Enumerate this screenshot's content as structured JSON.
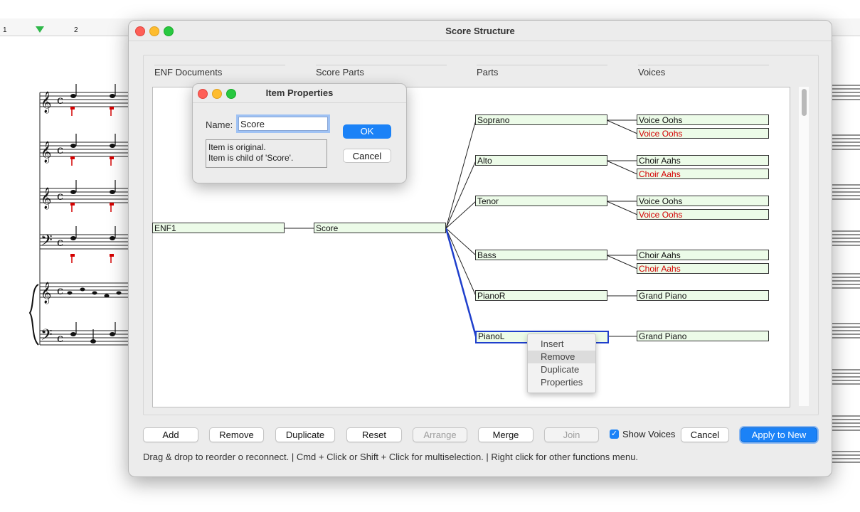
{
  "ruler": {
    "marks": [
      "1",
      "2"
    ]
  },
  "window": {
    "title": "Score Structure"
  },
  "columns": [
    "ENF Documents",
    "Score Parts",
    "Parts",
    "Voices"
  ],
  "nodes": {
    "enf": "ENF1",
    "score": "Score",
    "parts": [
      "Soprano",
      "Alto",
      "Tenor",
      "Bass",
      "PianoR",
      "PianoL"
    ],
    "voices": [
      "Voice Oohs",
      "Voice Oohs",
      "Choir Aahs",
      "Choir Aahs",
      "Voice Oohs",
      "Voice Oohs",
      "Choir Aahs",
      "Choir Aahs",
      "Grand Piano",
      "Grand Piano"
    ]
  },
  "context_menu": [
    "Insert",
    "Remove",
    "Duplicate",
    "Properties"
  ],
  "buttons": {
    "add": "Add",
    "remove": "Remove",
    "duplicate": "Duplicate",
    "reset": "Reset",
    "arrange": "Arrange",
    "merge": "Merge",
    "join": "Join",
    "show_voices": "Show Voices",
    "cancel": "Cancel",
    "apply": "Apply to New"
  },
  "hint": "Drag & drop to reorder o reconnect. | Cmd + Click or Shift + Click for multiselection. | Right click for other functions menu.",
  "dialog": {
    "title": "Item Properties",
    "name_label": "Name:",
    "name_value": "Score",
    "info_line1": "Item is original.",
    "info_line2": "Item is child of 'Score'.",
    "ok": "OK",
    "cancel": "Cancel"
  },
  "colors": {
    "accent": "#1b82f7",
    "node_fill": "#ecfbe8",
    "derived_text": "#d40000",
    "selection": "#1f3fcc"
  }
}
